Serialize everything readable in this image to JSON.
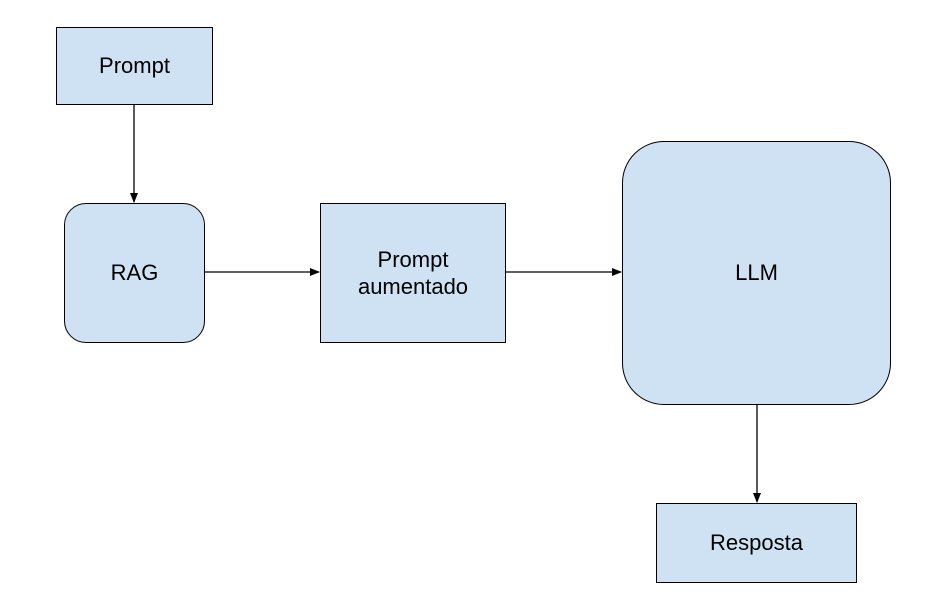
{
  "diagram": {
    "colors": {
      "node_fill": "#cfe2f3",
      "stroke": "#000000",
      "text": "#000000"
    },
    "nodes": {
      "prompt": {
        "label": "Prompt"
      },
      "rag": {
        "label": "RAG"
      },
      "augmented_prompt": {
        "label": "Prompt\naumentado"
      },
      "llm": {
        "label": "LLM"
      },
      "response": {
        "label": "Resposta"
      }
    },
    "edges": [
      {
        "from": "prompt",
        "to": "rag"
      },
      {
        "from": "rag",
        "to": "augmented_prompt"
      },
      {
        "from": "augmented_prompt",
        "to": "llm"
      },
      {
        "from": "llm",
        "to": "response"
      }
    ]
  }
}
